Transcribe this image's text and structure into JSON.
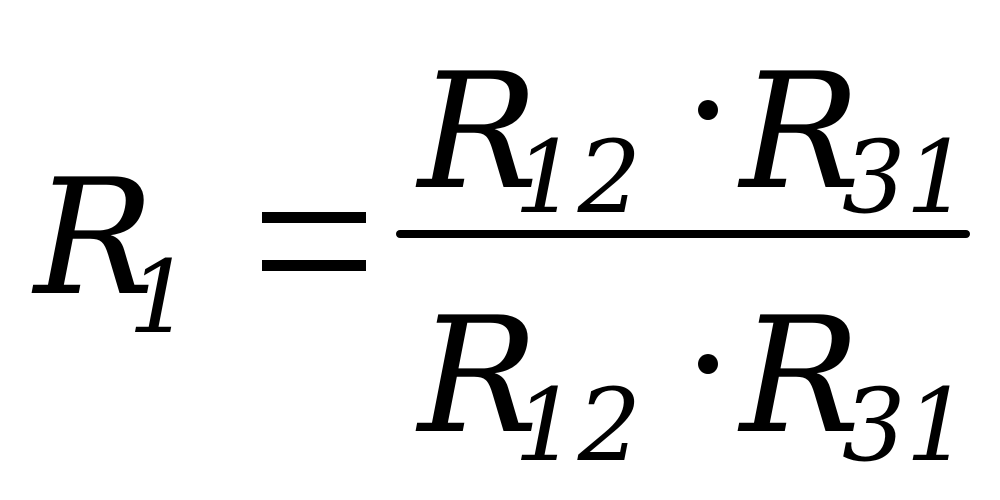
{
  "formula": {
    "lhs": {
      "symbol": "R",
      "subscript": "1"
    },
    "operator": "=",
    "numerator": {
      "first": {
        "symbol": "R",
        "subscript": "12"
      },
      "multiply": "·",
      "second": {
        "symbol": "R",
        "subscript": "31"
      }
    },
    "denominator": {
      "first": {
        "symbol": "R",
        "subscript": "12"
      },
      "multiply": "·",
      "second": {
        "symbol": "R",
        "subscript": "31"
      }
    }
  }
}
